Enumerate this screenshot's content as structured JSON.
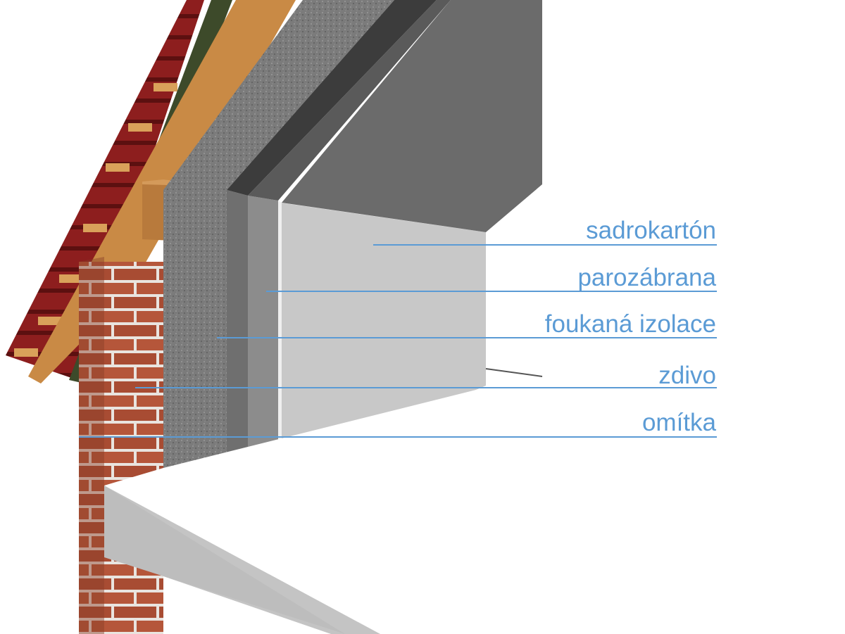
{
  "diagram": {
    "type": "wall-roof-section",
    "leader_color": "#5b9bd5",
    "layers": [
      {
        "id": "sadrokarton",
        "label": "sadrokartón",
        "color": "#c8c8c8"
      },
      {
        "id": "parozabrana",
        "label": "parozábrana",
        "color": "#8c8c8c"
      },
      {
        "id": "foukana-izolace",
        "label": "foukaná izolace",
        "color": "#7b7b7b"
      },
      {
        "id": "zdivo",
        "label": "zdivo",
        "color": "#b5563a"
      },
      {
        "id": "omitka",
        "label": "omítka",
        "color": "#e6e6e6"
      }
    ]
  }
}
